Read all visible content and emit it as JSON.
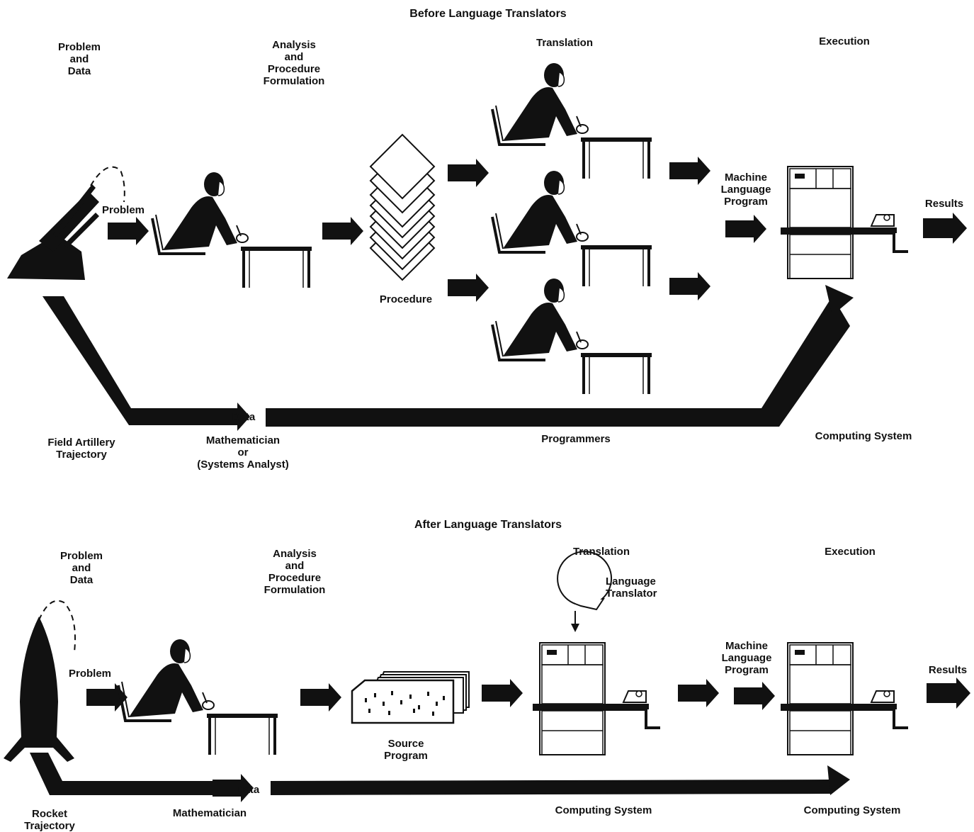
{
  "before": {
    "title": "Before Language Translators",
    "stage_problem_data": "Problem\nand\nData",
    "stage_analysis": "Analysis\nand\nProcedure\nFormulation",
    "stage_translation": "Translation",
    "stage_execution": "Execution",
    "label_problem": "Problem",
    "label_procedure": "Procedure",
    "label_machine_program": "Machine\nLanguage\nProgram",
    "label_results": "Results",
    "label_data": "Data",
    "label_source": "Field Artillery\nTrajectory",
    "label_analyst": "Mathematician\nor\n(Systems Analyst)",
    "label_programmers": "Programmers",
    "label_system": "Computing System"
  },
  "after": {
    "title": "After Language Translators",
    "stage_problem_data": "Problem\nand\nData",
    "stage_analysis": "Analysis\nand\nProcedure\nFormulation",
    "stage_translation": "Translation",
    "stage_execution": "Execution",
    "label_translator": "Language\nTranslator",
    "label_problem": "Problem",
    "label_source_program": "Source\nProgram",
    "label_machine_program": "Machine\nLanguage\nProgram",
    "label_results": "Results",
    "label_data": "Data",
    "label_source": "Rocket\nTrajectory",
    "label_analyst": "Mathematician",
    "label_system_translation": "Computing System",
    "label_system_execution": "Computing System"
  }
}
